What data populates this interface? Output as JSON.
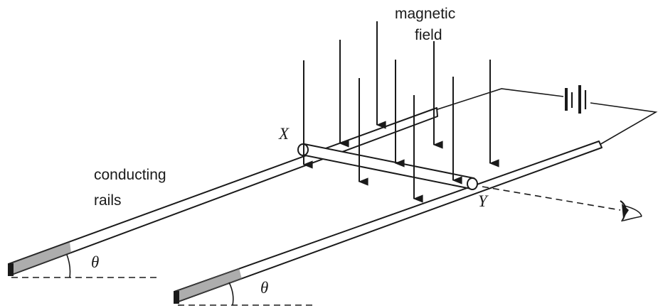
{
  "labels": {
    "magnetic": "magnetic",
    "field": "field",
    "conducting": "conducting",
    "rails": "rails",
    "x": "X",
    "y": "Y",
    "theta_left": "θ",
    "theta_right": "θ"
  },
  "colors": {
    "ink": "#1a1a1a",
    "rail_end": "#555555",
    "background": "#ffffff"
  },
  "icons": {
    "observer": "eye-icon",
    "battery": "battery-icon"
  }
}
